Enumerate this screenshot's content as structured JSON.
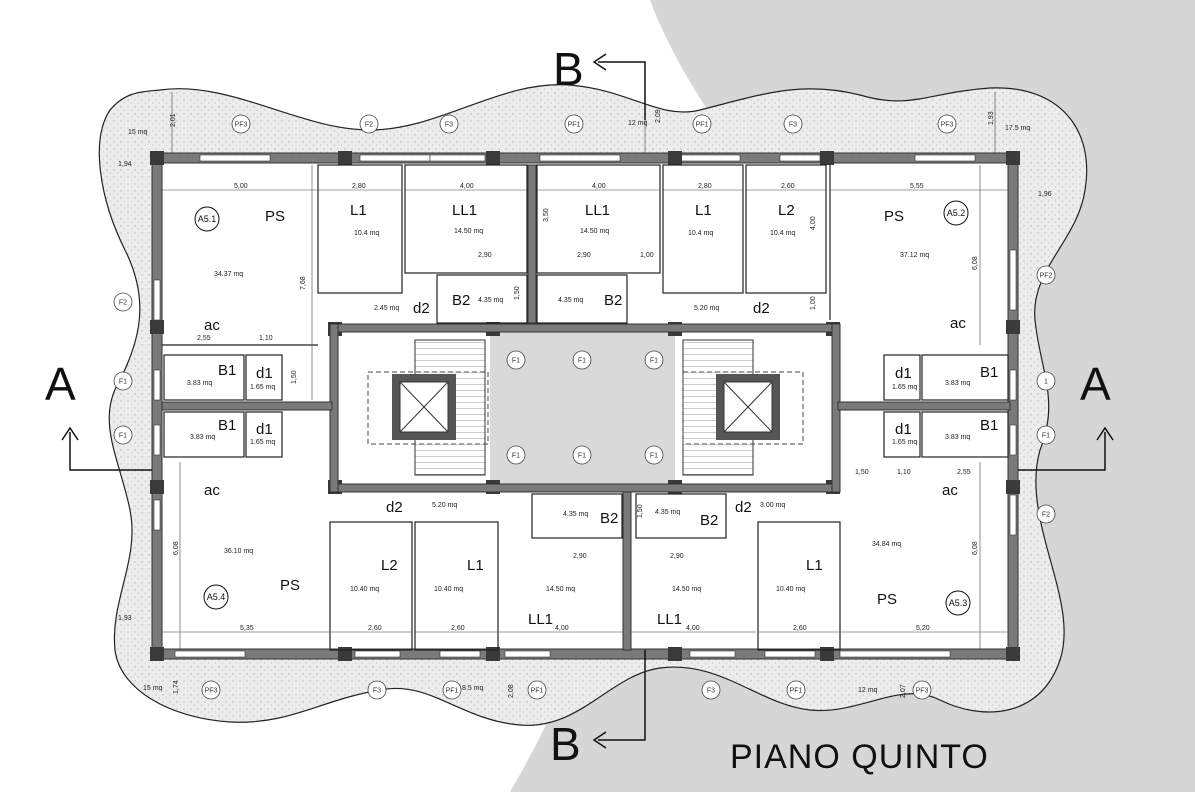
{
  "title": "PIANO QUINTO",
  "sections": {
    "a_left": "A",
    "a_right": "A",
    "b_top": "B",
    "b_bottom": "B"
  },
  "apartments": {
    "a51": "A5.1",
    "a52": "A5.2",
    "a53": "A5.3",
    "a54": "A5.4"
  },
  "rooms": {
    "ps_tl": "PS",
    "ps_tr": "PS",
    "ps_bl": "PS",
    "ps_br": "PS",
    "ac_tl": "ac",
    "ac_tr": "ac",
    "ac_bl": "ac",
    "ac_br": "ac",
    "l1_t1": "L1",
    "ll1_t1": "LL1",
    "ll1_t2": "LL1",
    "l1_t2": "L1",
    "l2_t": "L2",
    "b2_t1": "B2",
    "b2_t2": "B2",
    "d2_t1": "d2",
    "d2_t2": "d2",
    "b1_l1": "B1",
    "d1_l1": "d1",
    "b1_l2": "B1",
    "d1_l2": "d1",
    "b1_r1": "B1",
    "d1_r1": "d1",
    "b1_r2": "B1",
    "d1_r2": "d1",
    "d2_b1": "d2",
    "b2_b1": "B2",
    "b2_b2": "B2",
    "d2_b2": "d2",
    "l2_b": "L2",
    "l1_b1": "L1",
    "ll1_b1": "LL1",
    "ll1_b2": "LL1",
    "l1_b2": "L1"
  },
  "areas": {
    "ps_tl": "34.37 mq",
    "ps_tr": "37.12 mq",
    "ps_bl": "36.10 mq",
    "ps_br": "34.84 mq",
    "l1_t1": "10.4 mq",
    "ll1_t1": "14.50 mq",
    "ll1_t2": "14.50 mq",
    "l1_t2": "10.4 mq",
    "l2_t": "10.4 mq",
    "d2_t1": "2.45 mq",
    "b2_t1": "4.35 mq",
    "b2_t2": "4.35 mq",
    "d2_t2": "5.20 mq",
    "b1_l1": "3.83 mq",
    "d1_l1": "1.65 mq",
    "b1_l2": "3.83 mq",
    "d1_l2": "1.65 mq",
    "b1_r1": "3.83 mq",
    "d1_r1": "1.65 mq",
    "b1_r2": "3.83 mq",
    "d1_r2": "1.65 mq",
    "d2_b1": "5.20 mq",
    "b2_b1": "4.35 mq",
    "b2_b2": "4.35 mq",
    "d2_b2": "3.00 mq",
    "l2_b": "10.40 mq",
    "l1_b1": "10.40 mq",
    "ll1_b1": "14.50 mq",
    "ll1_b2": "14.50 mq",
    "l1_b2": "10.40 mq",
    "terr_tl": "15 mq",
    "terr_tc": "12 mq",
    "terr_tr": "17.5 mq",
    "terr_bl": "15 mq",
    "terr_bc": "8.5 mq",
    "terr_br": "12 mq"
  },
  "dims": {
    "t_500": "5,00",
    "t_280a": "2,80",
    "t_400a": "4,00",
    "t_400b": "4,00",
    "t_280b": "2,80",
    "t_260": "2,60",
    "t_555": "5,55",
    "t_290a": "2,90",
    "t_290b": "2,90",
    "t_100a": "1,00",
    "t_350": "3,50",
    "t_400v": "4,00",
    "t_150a": "1,50",
    "t_100v": "1,00",
    "t_201": "2,01",
    "t_209": "2,09",
    "t_193": "1,93",
    "t_194": "1,94",
    "t_196": "1,96",
    "t_768": "7,68",
    "t_608r": "6,08",
    "l_255": "2,55",
    "l_110": "1,10",
    "l_150": "1,50",
    "r_150": "1,50",
    "r_110": "1,10",
    "r_255": "2,55",
    "b_290a": "2,90",
    "b_290b": "2,90",
    "b_150": "1,50",
    "b_535": "5,35",
    "b_260a": "2,60",
    "b_260b": "2,60",
    "b_400a": "4,00",
    "b_400b": "4,00",
    "b_260c": "2,60",
    "b_520": "5,20",
    "b_608l": "6,08",
    "b_608r": "6,08",
    "b_193": "1,93",
    "b_174": "1,74",
    "b_208": "2,08",
    "b_207": "2,07"
  },
  "tags": {
    "pf3_tl": "PF3",
    "f2_t1": "F2",
    "f3_t1": "F3",
    "pf1_t1": "PF1",
    "pf1_t2": "PF1",
    "f3_t2": "F3",
    "pf3_tr": "PF3",
    "f2_l": "F2",
    "f1_l1": "F1",
    "f1_l2": "F1",
    "pf2_r": "PF2",
    "f1_r1": "1",
    "f1_r2": "F1",
    "f2_r": "F2",
    "f1_c1": "F1",
    "f1_c2": "F1",
    "f1_c3": "F1",
    "f1_c4": "F1",
    "f1_c5": "F1",
    "f1_c6": "F1",
    "pf3_bl": "PF3",
    "f3_b1": "F3",
    "pf1_b1": "PF1",
    "pf1_b2": "PF1",
    "f3_b2": "F3",
    "pf1_b3": "PF1",
    "pf3_br": "PF3"
  },
  "colors": {
    "wall": "#7a7a7a",
    "landscape": "#d6d6d6",
    "core": "#d9d9d9",
    "ink": "#111111"
  }
}
